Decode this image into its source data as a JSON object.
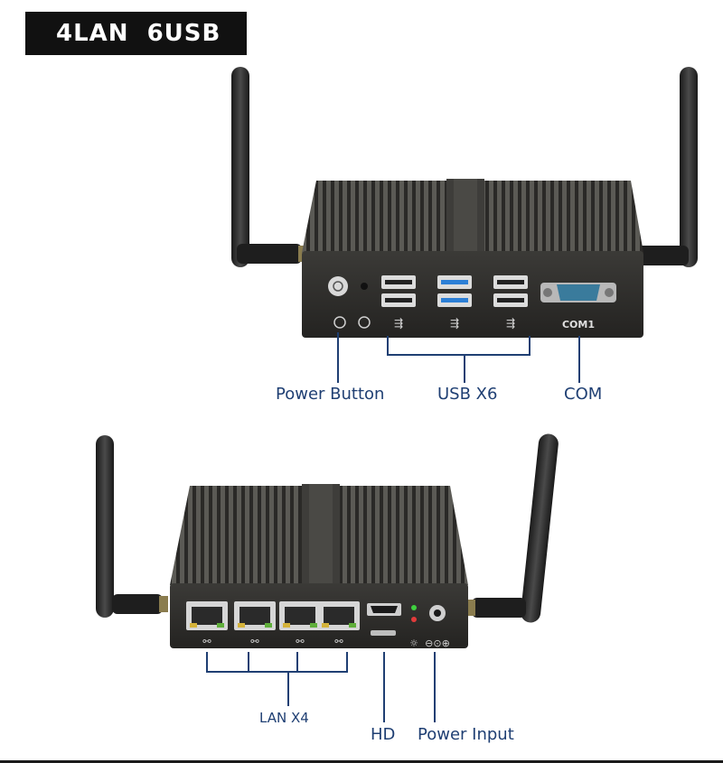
{
  "header": {
    "badge": "4LAN  6USB"
  },
  "front_view": {
    "port_label_com": "COM1",
    "callouts": {
      "power_button": "Power Button",
      "usb": "USB X6",
      "com": "COM"
    }
  },
  "rear_view": {
    "callouts": {
      "lan": "LAN X4",
      "hd": "HD",
      "power_input": "Power Input"
    }
  },
  "colors": {
    "callout_text": "#1f3f73",
    "leader_line": "#1f3f73",
    "chassis": "#2b2a28",
    "usb3_blue": "#2c7fd6",
    "com_port": "#3a7b9c"
  }
}
